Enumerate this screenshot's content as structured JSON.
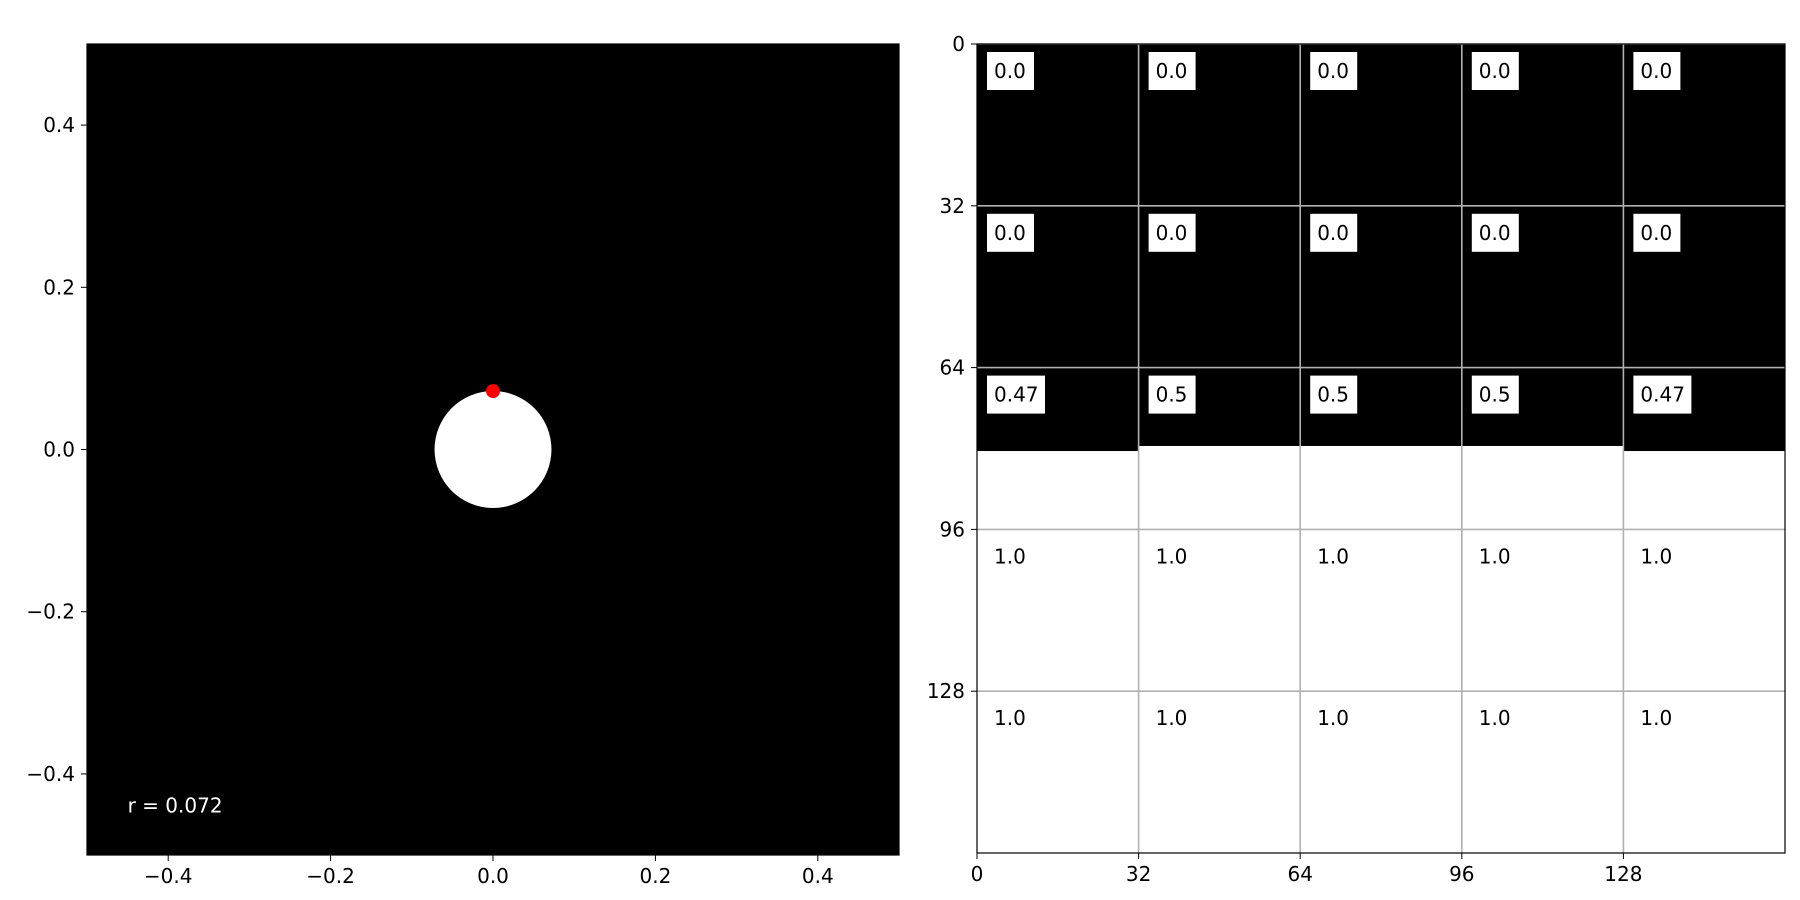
{
  "chart_data": [
    {
      "type": "scatter",
      "title": "",
      "xlabel": "",
      "ylabel": "",
      "xlim": [
        -0.5,
        0.5
      ],
      "ylim": [
        -0.5,
        0.5
      ],
      "xticks": [
        -0.4,
        -0.2,
        0.0,
        0.2,
        0.4
      ],
      "yticks": [
        0.4,
        0.2,
        0.0,
        -0.2,
        -0.4
      ],
      "xtick_labels": [
        "−0.4",
        "−0.2",
        "0.0",
        "0.2",
        "0.4"
      ],
      "ytick_labels": [
        "0.4",
        "0.2",
        "0.0",
        "−0.2",
        "−0.4"
      ],
      "background_color": "#000000",
      "circle": {
        "cx": 0.0,
        "cy": 0.0,
        "r": 0.072,
        "color": "#ffffff"
      },
      "point": {
        "x": 0.0,
        "y": 0.072,
        "color": "#ff0000"
      },
      "annotation": {
        "text": "r = 0.072",
        "x": -0.45,
        "y": -0.44,
        "color": "#ffffff"
      },
      "grid": false
    },
    {
      "type": "heatmap",
      "title": "",
      "xlabel": "",
      "ylabel": "",
      "xlim": [
        0,
        160
      ],
      "ylim": [
        160,
        0
      ],
      "xticks": [
        0,
        32,
        64,
        96,
        128
      ],
      "yticks": [
        0,
        32,
        64,
        96,
        128
      ],
      "xtick_labels": [
        "0",
        "32",
        "64",
        "96",
        "128"
      ],
      "ytick_labels": [
        "0",
        "32",
        "64",
        "96",
        "128"
      ],
      "grid": true,
      "grid_color": "#b0b0b0",
      "cell_size": 32,
      "cells": [
        [
          "0.0",
          "0.0",
          "0.0",
          "0.0",
          "0.0"
        ],
        [
          "0.0",
          "0.0",
          "0.0",
          "0.0",
          "0.0"
        ],
        [
          "0.47",
          "0.5",
          "0.5",
          "0.5",
          "0.47"
        ],
        [
          "1.0",
          "1.0",
          "1.0",
          "1.0",
          "1.0"
        ],
        [
          "1.0",
          "1.0",
          "1.0",
          "1.0",
          "1.0"
        ]
      ],
      "boundary_rows": [
        80.5,
        79.5,
        79.5,
        79.5,
        80.5
      ],
      "colors": {
        "low": "#000000",
        "high": "#ffffff"
      }
    }
  ]
}
